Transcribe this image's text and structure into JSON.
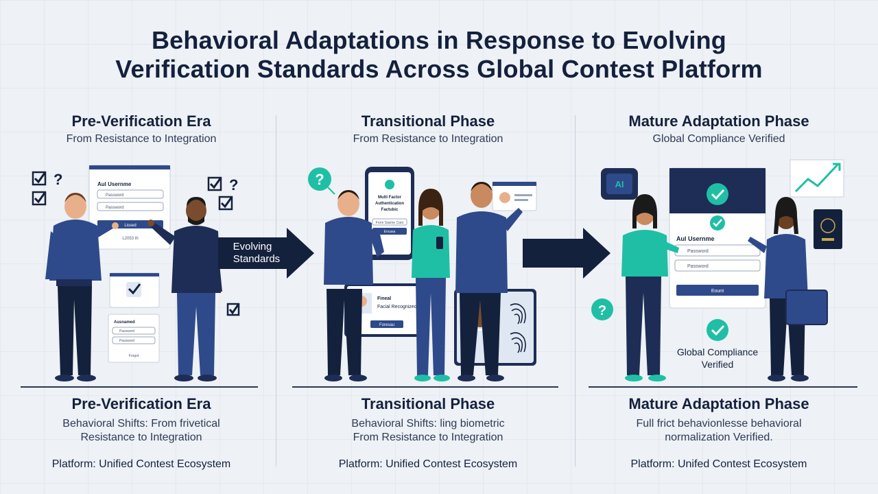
{
  "title": {
    "line1": "Behavioral Adaptations in Response to Evolving",
    "line2": "Verification Standards Across Global Contest Platform"
  },
  "columns": [
    {
      "heading": "Pre-Verification Era",
      "subheading": "From Resistance to Integration",
      "footer_heading": "Pre-Verification Era",
      "footer_desc_line1": "Behavioral Shifts: From frivetical",
      "footer_desc_line2": "Resistance to Integration",
      "platform": "Platform: Unified Contest Ecosystem",
      "login_card": {
        "title": "Aul Usernme",
        "field1": "Password",
        "field2": "Password",
        "button": "Lissed",
        "note": "L2053 th"
      },
      "small_form": {
        "title": "Ausnamed",
        "field1": "Password",
        "field2": "Password",
        "button": "Forgot"
      }
    },
    {
      "heading": "Transitional Phase",
      "subheading": "From Resistance to Integration",
      "footer_heading": "Transitional Phase",
      "footer_desc_line1": "Behavioral Shifts: ling biometric",
      "footer_desc_line2": "From Resistance to Integration",
      "platform": "Platform: Unified Contest Ecosystem",
      "phone": {
        "line1": "Multi Factor",
        "line2": "Authentication",
        "line3": "Factubic",
        "field": "From Sasme Caro",
        "button": "Encasa"
      },
      "face_card": {
        "line1": "Fineal",
        "line2": "Facial Recognized",
        "button": "Foresau"
      }
    },
    {
      "heading": "Mature Adaptation Phase",
      "subheading": "Global Compliance Verified",
      "footer_heading": "Mature Adaptation Phase",
      "footer_desc_line1": "Full frict behavionlesse behavioral",
      "footer_desc_line2": "normalization Verified.",
      "platform": "Platform: Unifed Contest Ecosystem",
      "login_card": {
        "title": "Aul Usernme",
        "field1": "Password",
        "field2": "Password",
        "button": "Eount"
      },
      "ai_label": "AI",
      "compliance_label_line1": "Global Compliance",
      "compliance_label_line2": "Verified"
    }
  ],
  "arrow1_label_line1": "Evolving",
  "arrow1_label_line2": "Standards",
  "colors": {
    "navy": "#14213d",
    "blue": "#2f4a8a",
    "teal": "#1fbfa5",
    "skin_light": "#e8b08a",
    "skin_dark": "#7a4b2e"
  }
}
